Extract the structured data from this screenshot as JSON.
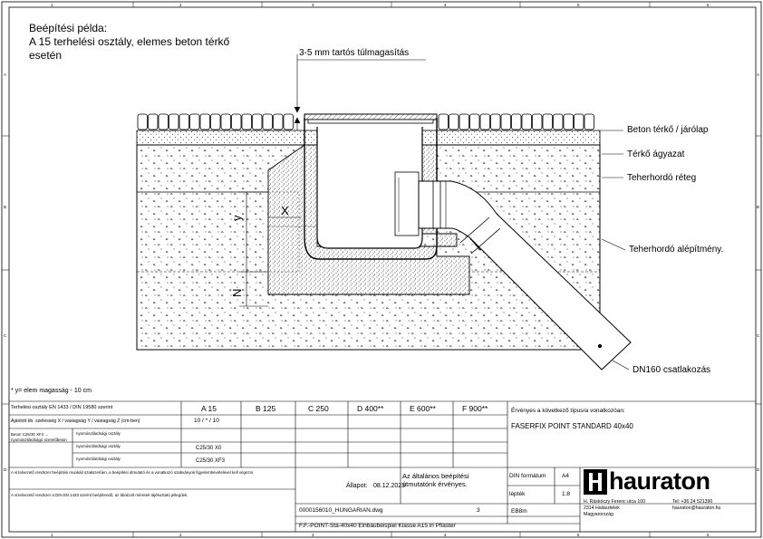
{
  "grid": {
    "cols": [
      "1",
      "2",
      "3",
      "4",
      "5",
      "6"
    ],
    "rows": [
      "A",
      "B",
      "C",
      "D"
    ]
  },
  "title": {
    "line1": "Beépítési példa:",
    "line2": "A 15 terhelési osztály, elemes beton térkő",
    "line3": "esetén"
  },
  "labels": {
    "overhang": "3-5 mm tartós túlmagasítás",
    "paver": "Beton térkő / járólap",
    "bedding": "Térkő ágyazat",
    "base": "Teherhordó réteg",
    "subbase": "Teherhordó alépítmény.",
    "outlet": "DN160 csatlakozás",
    "dim_y": "y",
    "dim_x": "X",
    "dim_n": "N"
  },
  "footnote": "* y= elem magasság - 10 cm",
  "table": {
    "row_class_label": "Terhelési osztály EN 1433 / DIN 19580 szerint",
    "classes": [
      "A 15",
      "B 125",
      "C 250",
      "D 400**",
      "E 600**",
      "F 900**"
    ],
    "row_dims_label": "Ajánlott kb. szélesség X / vastagság Y / vastagság Z (cm-ben)",
    "row_dims_value": "10 / * / 10",
    "row_concrete_label": "Beton C25/30 XF4 ... nyomószilárdságú szerelőbeton",
    "sub1": "nyomószilárdsági osztály",
    "sub2": "nyomószilárdsági osztály",
    "sub3": "nyomószilárdsági osztály",
    "c_val1": "C25/30 X0",
    "c_val2": "C25/30 XF3",
    "note1": "A vízelvezető rendszer beépítési munkáit szakszerűen, a beépítési útmutató és a vonatkozó szabványok figyelembevételével kell végezni.",
    "note2": "A vízelvezető rendszer a DIN EN 1433 szerint beépítendő, az ábrázolt méretek tájékoztató jellegűek."
  },
  "valid": {
    "heading": "Érvényes a következő típusra vonatkozóan:",
    "product": "FASERFIX POINT STANDARD 40x40"
  },
  "notice": {
    "line1": "Az általános beépítési",
    "line2": "útmutatónk érvényes."
  },
  "meta": {
    "format_label": "DIN formátum",
    "format_value": "A4",
    "scale_label": "lépték",
    "scale_value": "1:8",
    "state_label": "Állapot:",
    "date": "08.12.2023",
    "drawing": "0000156010_HUNGARIAN.dwg",
    "sheet": "3",
    "ebm_label": "EB8m",
    "footer": "F.F.-POINT-Sta-40x40 Einbaubeispiel Klasse A15 in Pflaster"
  },
  "company": {
    "brand": "hauraton",
    "addr1": "H. Ráskóczy Ferenc utca 100",
    "addr2": "2314 Halásztelek",
    "addr3": "Magyarország",
    "tel": "Tel: +36 24 521390",
    "mail": "hauraton@hauraton.hu"
  },
  "colors": {
    "line": "#000000",
    "hatch": "#555555",
    "bg": "#ffffff"
  }
}
